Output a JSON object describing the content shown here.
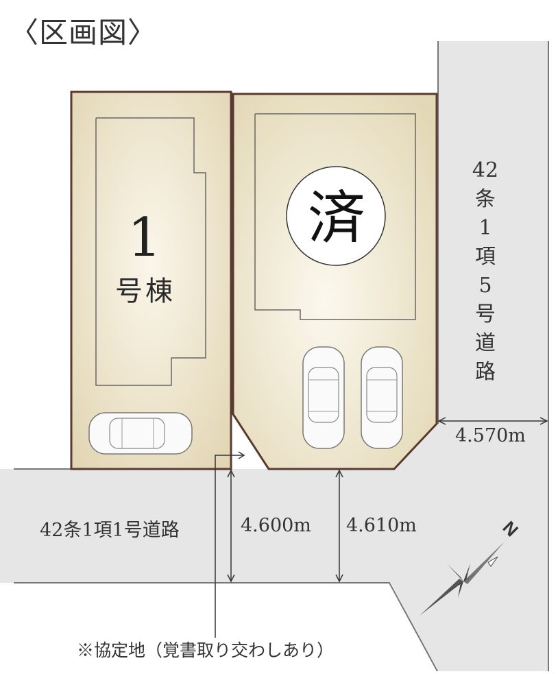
{
  "title": "〈区画図〉",
  "lot1": {
    "number": "1",
    "name": "号棟"
  },
  "lot2": {
    "sold_label": "済"
  },
  "roads": {
    "right": [
      "42",
      "条",
      "1",
      "項",
      "5",
      "号",
      "道",
      "路"
    ],
    "left": "42条1項1号道路"
  },
  "dimensions": {
    "frontage_a": "4.600m",
    "frontage_b": "4.610m",
    "side_road": "4.570m"
  },
  "compass": {
    "label": "N"
  },
  "note": "※協定地（覚書取り交わしあり）",
  "colors": {
    "lot_fill": "#ece3c8",
    "lot_border": "#5a3a30",
    "road_fill": "#e6e6e6",
    "outline": "#555555"
  }
}
